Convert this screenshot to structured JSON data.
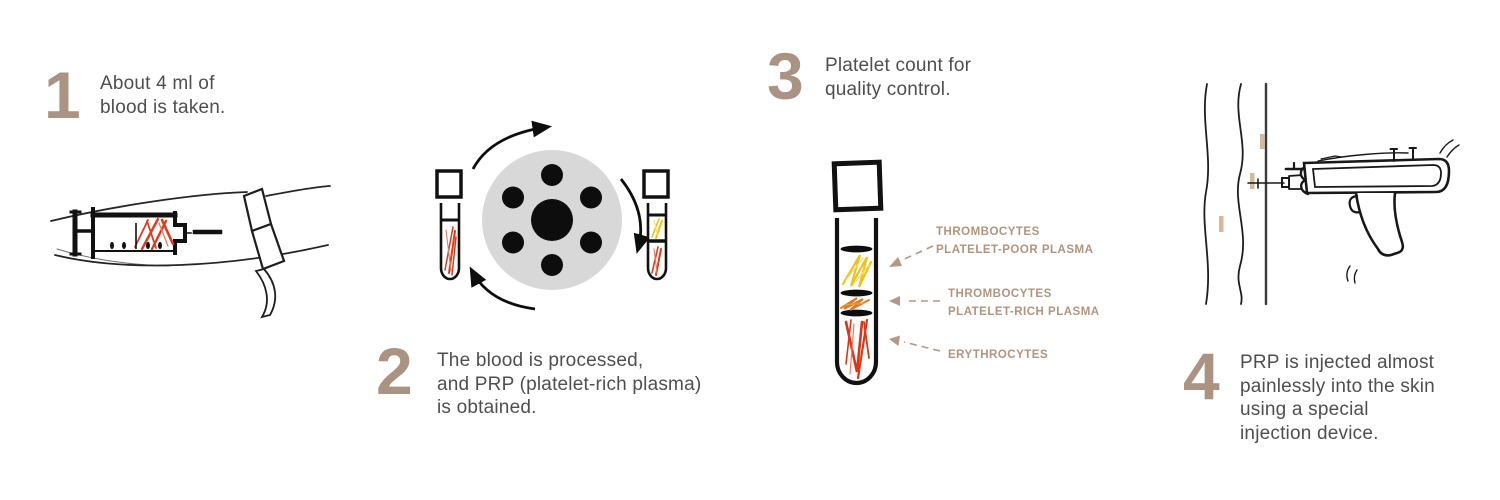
{
  "colors": {
    "accent_tan": "#ab9383",
    "label_tan": "#b2947f",
    "body_text": "#4f4f4f",
    "ink": "#111111",
    "rotor_gray": "#d8d8d8",
    "blood_red": "#e23a1b",
    "plasma_yellow": "#f2c11d",
    "prp_orange": "#e2791f",
    "dermis_mark_tan": "#d6b89e"
  },
  "steps": [
    {
      "number": "1",
      "lines": [
        "About 4 ml of",
        "blood is taken."
      ]
    },
    {
      "number": "2",
      "lines": [
        "The blood is processed,",
        "and PRP (platelet-rich plasma)",
        "is obtained."
      ]
    },
    {
      "number": "3",
      "lines": [
        "Platelet count for",
        "quality control."
      ]
    },
    {
      "number": "4",
      "lines": [
        "PRP is injected almost",
        "painlessly into the skin",
        "using a special",
        "injection device."
      ]
    }
  ],
  "tube_labels": [
    {
      "lines": [
        "THROMBOCYTES",
        "PLATELET-POOR PLASMA"
      ]
    },
    {
      "lines": [
        "THROMBOCYTES",
        "PLATELET-RICH PLASMA"
      ]
    },
    {
      "lines": [
        "ERYTHROCYTES"
      ]
    }
  ],
  "illustrations": {
    "step1": "syringe-drawing-blood-from-arm-with-tourniquet",
    "step2": "centrifuge-rotor-with-whole-blood-and-separated-tubes",
    "step3": "test-tube-with-separated-plasma-layers",
    "step4": "mesotherapy-injection-gun-at-skin-cross-section"
  }
}
